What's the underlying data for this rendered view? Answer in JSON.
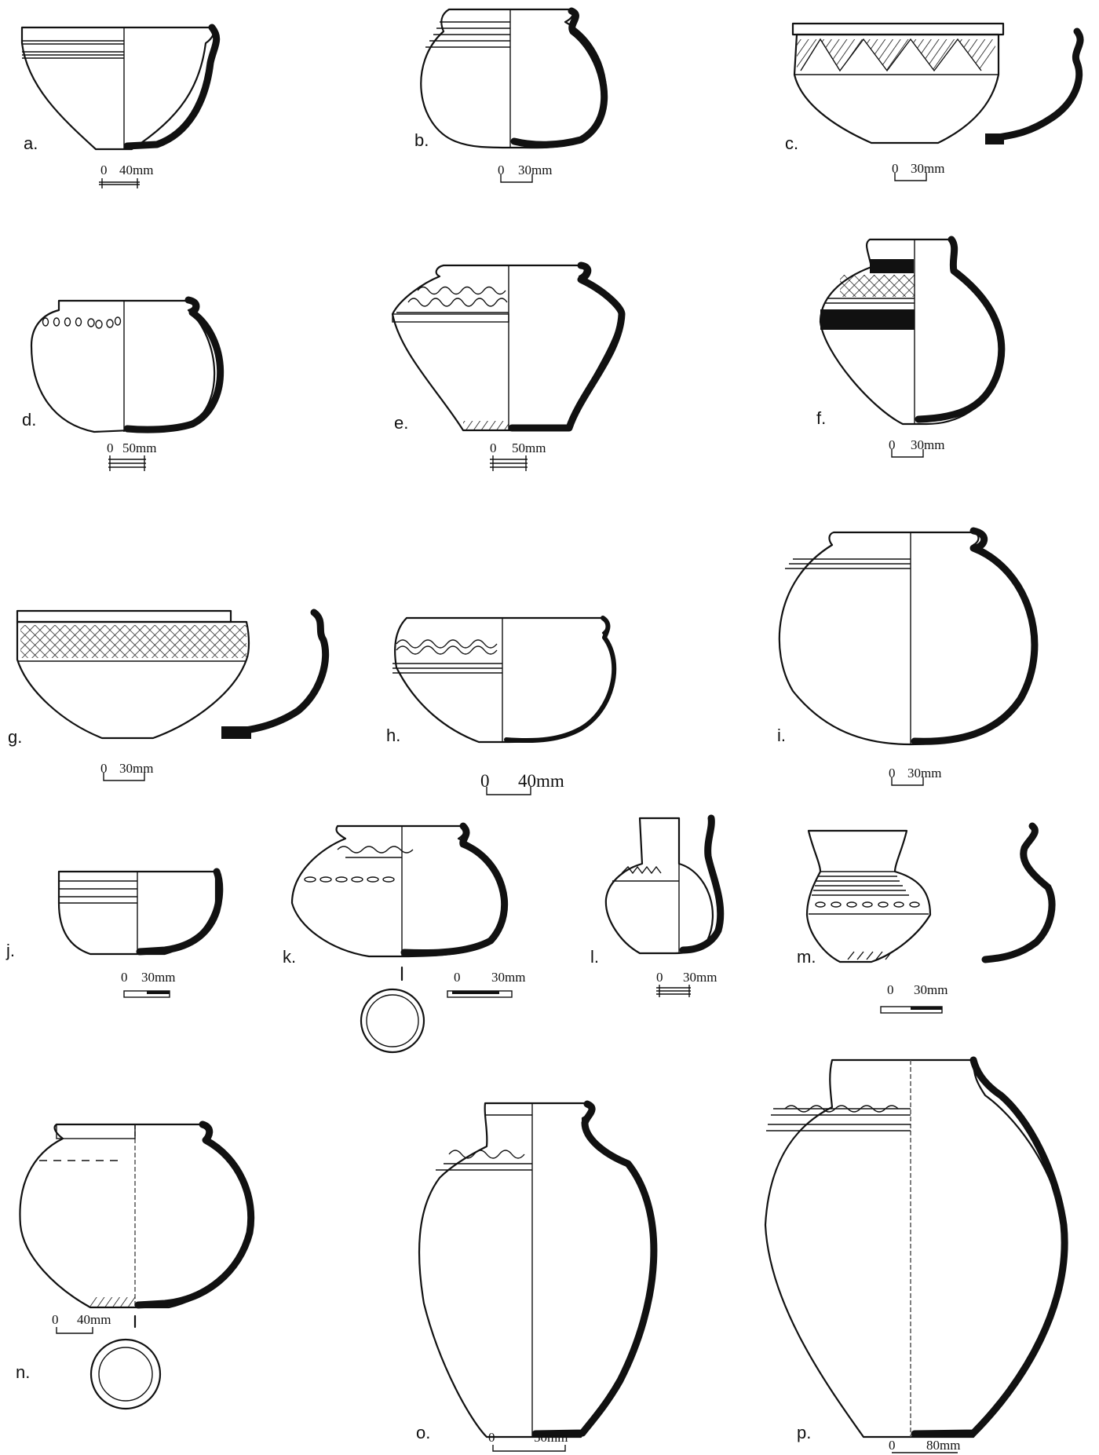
{
  "figure": {
    "panels": [
      {
        "label": "a.",
        "scale": "0",
        "scale_len": "40mm"
      },
      {
        "label": "b.",
        "scale": "0",
        "scale_len": "30mm"
      },
      {
        "label": "c.",
        "scale": "0",
        "scale_len": "30mm"
      },
      {
        "label": "d.",
        "scale": "0",
        "scale_len": "50mm"
      },
      {
        "label": "e.",
        "scale": "0",
        "scale_len": "50mm"
      },
      {
        "label": "f.",
        "scale": "0",
        "scale_len": "30mm"
      },
      {
        "label": "g.",
        "scale": "0",
        "scale_len": "30mm"
      },
      {
        "label": "h.",
        "scale": "0",
        "scale_len": "40mm"
      },
      {
        "label": "i.",
        "scale": "0",
        "scale_len": "30mm"
      },
      {
        "label": "j.",
        "scale": "0",
        "scale_len": "30mm"
      },
      {
        "label": "k.",
        "scale": "0",
        "scale_len": "30mm"
      },
      {
        "label": "l.",
        "scale": "0",
        "scale_len": "30mm"
      },
      {
        "label": "m.",
        "scale": "0",
        "scale_len": "30mm"
      },
      {
        "label": "n.",
        "scale": "0",
        "scale_len": "40mm"
      },
      {
        "label": "o.",
        "scale": "0",
        "scale_len": "50mm"
      },
      {
        "label": "p.",
        "scale": "0",
        "scale_len": "80mm"
      }
    ],
    "colors": {
      "ink": "#111111",
      "background": "#ffffff"
    }
  }
}
